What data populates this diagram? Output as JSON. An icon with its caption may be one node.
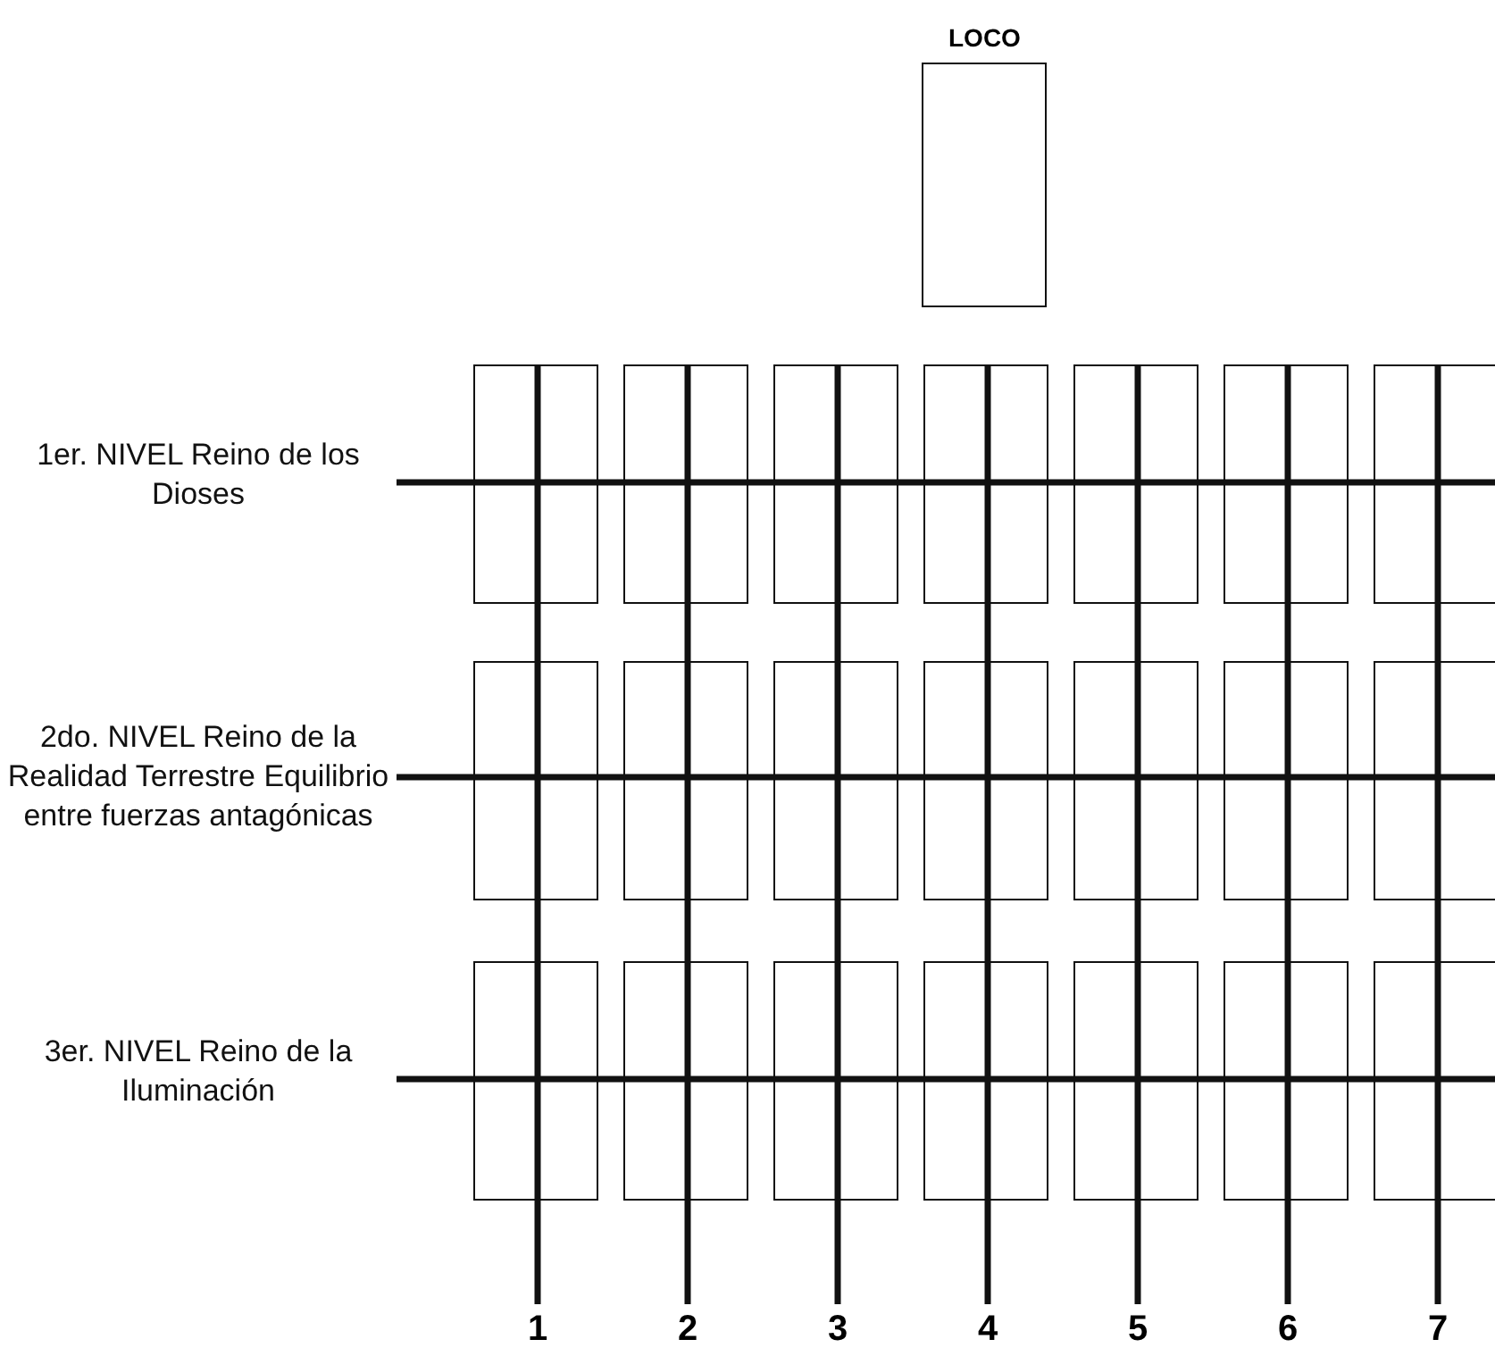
{
  "diagram": {
    "nodes": [
      {
        "text": [
          "LOCO"
        ]
      },
      {
        "text": [],
        "shape": "box"
      },
      {
        "text": [],
        "shape": "box"
      },
      {
        "text": [],
        "shape": "box"
      },
      {
        "text": [],
        "shape": "box"
      },
      {
        "text": [],
        "shape": "box"
      },
      {
        "text": [],
        "shape": "box"
      },
      {
        "text": [],
        "shape": "box"
      },
      {
        "text": [],
        "shape": "box"
      },
      {
        "text": [],
        "shape": "box"
      },
      {
        "text": [],
        "shape": "box"
      },
      {
        "text": [],
        "shape": "box"
      },
      {
        "text": [],
        "shape": "box"
      },
      {
        "text": [],
        "shape": "box"
      },
      {
        "text": [],
        "shape": "box"
      },
      {
        "text": [],
        "shape": "box"
      },
      {
        "text": [],
        "shape": "box"
      },
      {
        "text": [],
        "shape": "box"
      },
      {
        "text": [],
        "shape": "box"
      },
      {
        "text": [],
        "shape": "box"
      },
      {
        "text": [],
        "shape": "box"
      },
      {
        "text": [],
        "shape": "box"
      }
    ],
    "labels": [
      "1er. NIVEL Reino de los Dioses",
      "2do. NIVEL Reino de la Realidad Terrestre Equilibrio entre fuerzas antagónicas",
      "3er. NIVEL Reino de la Iluminación",
      "1",
      "2",
      "3",
      "4",
      "5",
      "6",
      "7"
    ]
  }
}
